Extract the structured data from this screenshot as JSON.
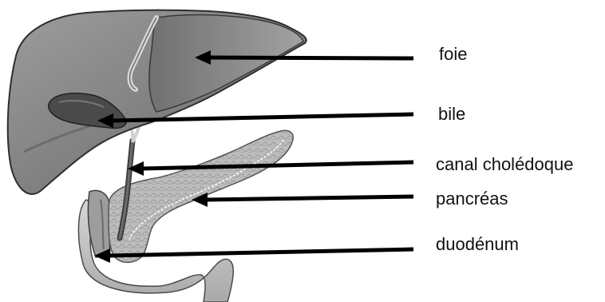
{
  "labels": {
    "foie": "foie",
    "bile": "bile",
    "canal_choledoque": "canal cholédoque",
    "pancreas": "pancréas",
    "duodenum": "duodénum"
  },
  "colors": {
    "organ_light": "#8e8e8e",
    "organ_dark": "#5b5b5b",
    "organ_outline": "#2e2e2e",
    "pancreas": "#b9b9b9",
    "duodenum": "#cfcfcf",
    "arrow": "#000000",
    "text": "#111111"
  }
}
